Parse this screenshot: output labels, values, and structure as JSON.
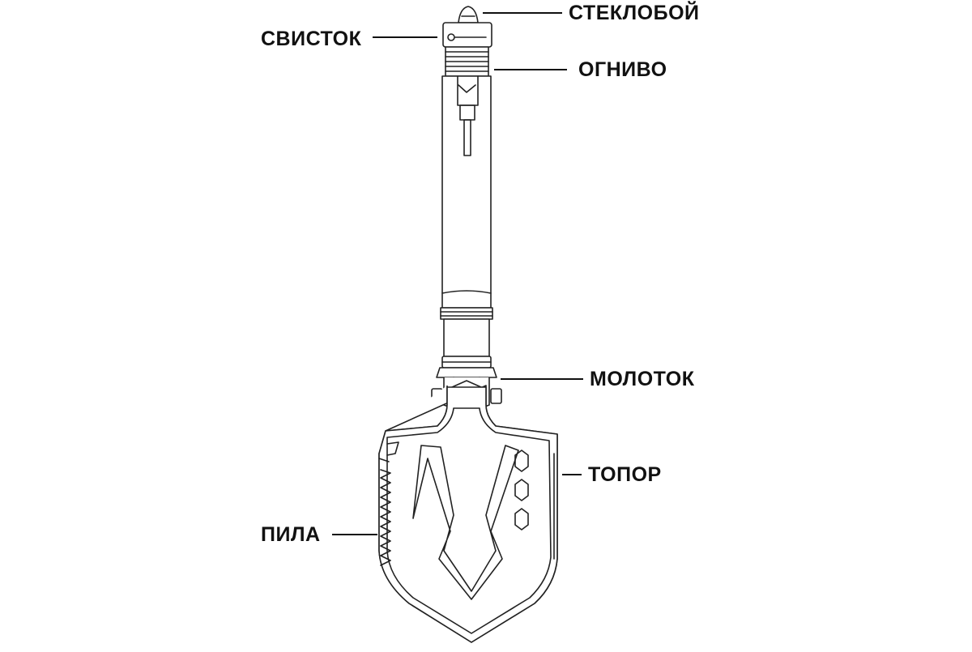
{
  "labels": {
    "glass_breaker": "СТЕКЛОБОЙ",
    "whistle": "СВИСТОК",
    "fire_starter": "ОГНИВО",
    "hammer": "МОЛОТОК",
    "axe": "ТОПОР",
    "saw": "ПИЛА"
  }
}
